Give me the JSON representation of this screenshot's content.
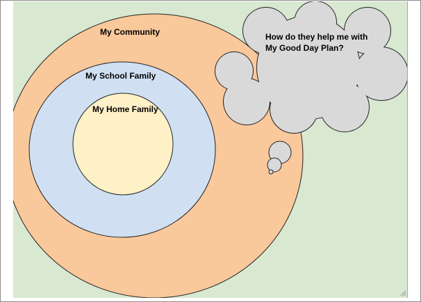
{
  "diagram": {
    "rings": [
      {
        "id": "community",
        "label": "My Community",
        "fill": "#f9c89b"
      },
      {
        "id": "school",
        "label": "My School Family",
        "fill": "#d0e0f2"
      },
      {
        "id": "home",
        "label": "My Home Family",
        "fill": "#fff1c7"
      }
    ],
    "thought_bubble": {
      "line1": "How do they help me with",
      "line2": "My Good Day Plan?",
      "fill": "#d9d9d9"
    },
    "background": "#d8e8d1"
  }
}
